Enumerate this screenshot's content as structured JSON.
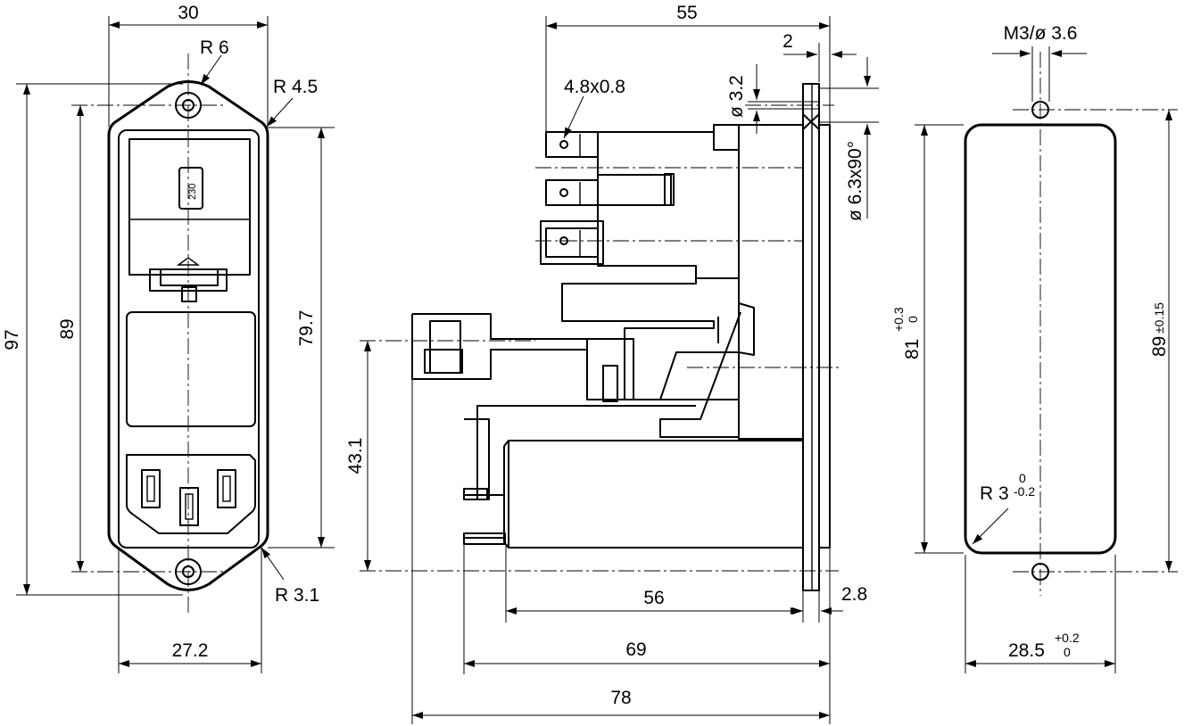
{
  "front_view": {
    "width_overall": "30",
    "corner_radius_top": "R 6",
    "corner_radius_side": "R 4.5",
    "corner_radius_bottom": "R 3.1",
    "height_overall": "97",
    "hole_pitch": "89",
    "body_height": "79.7",
    "body_width": "27.2",
    "voltage_window": "230"
  },
  "side_view": {
    "depth_overall": "55",
    "flange_thickness": "2",
    "tab_size": "4.8x0.8",
    "screw_hole": "ø 3.2",
    "countersink": "ø 6.3x90°",
    "socket_axis_height": "43.1",
    "body_length": "56",
    "flange_offset": "2.8",
    "length_with_pins": "69",
    "length_overall": "78"
  },
  "cutout_view": {
    "screw_spec": "M3/ø 3.6",
    "cutout_height": "81",
    "cutout_height_tol_upper": "+0.3",
    "cutout_height_tol_lower": "0",
    "hole_pitch": "89",
    "hole_pitch_tol": "±0.15",
    "corner_radius": "R 3",
    "corner_radius_tol_upper": "0",
    "corner_radius_tol_lower": "-0.2",
    "cutout_width": "28.5",
    "cutout_width_tol_upper": "+0.2",
    "cutout_width_tol_lower": "0"
  }
}
